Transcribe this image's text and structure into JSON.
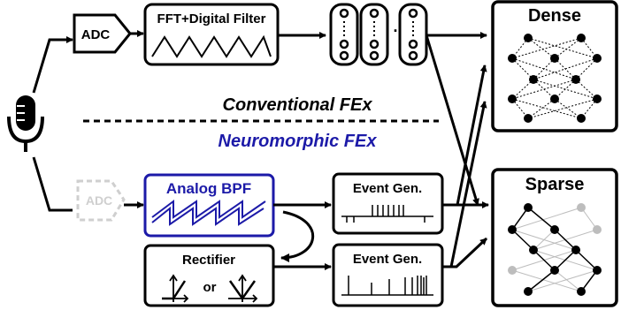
{
  "conventional": {
    "adc_label": "ADC",
    "fft_label": "FFT+Digital Filter",
    "ellipsis": "...",
    "section_label": "Conventional FEx"
  },
  "neuromorphic": {
    "section_label": "Neuromorphic FEx",
    "adc_label": "ADC",
    "bpf_label": "Analog BPF",
    "event_gen_top": "Event Gen.",
    "rectifier_label": "Rectifier",
    "or_label": "or",
    "event_gen_bottom": "Event Gen."
  },
  "outputs": {
    "dense_label": "Dense",
    "sparse_label": "Sparse"
  },
  "colors": {
    "black": "#000000",
    "accent_blue": "#1c1aa8",
    "ghost_gray": "#cfcfcf",
    "faint_node": "#bdbdbd"
  },
  "icons": {
    "microphone": "microphone-icon"
  }
}
